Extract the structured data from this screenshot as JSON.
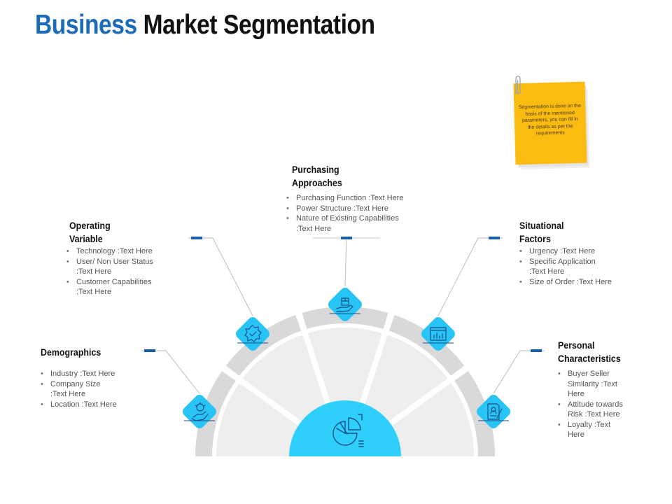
{
  "title": {
    "accent": "Business",
    "rest": "Market Segmentation"
  },
  "note": {
    "text": "Segmentation is done on the basis of the mentioned parameters, you can fill in the details as per the requirements"
  },
  "colors": {
    "title_accent": "#1a6bb8",
    "icon_tile": "#29c4f6",
    "center_hub": "#2ed0fb",
    "connector_marker": "#1a5fa8",
    "ring_outer": "#d9d9d9",
    "ring_inner": "#eeeeee",
    "note": "#fbbb10"
  },
  "hub": {
    "icon": "pie-chart-icon"
  },
  "segments": [
    {
      "id": "demographics",
      "icon": "gear-hand-icon",
      "title": [
        "Demographics"
      ],
      "bullets": [
        [
          "Industry :Text Here"
        ],
        [
          "Company Size",
          ":Text Here"
        ],
        [
          "Location :Text Here"
        ]
      ]
    },
    {
      "id": "operating-variable",
      "icon": "gear-check-icon",
      "title": [
        "Operating",
        "Variable"
      ],
      "bullets": [
        [
          "Technology :Text Here"
        ],
        [
          "User/ Non User Status",
          ":Text Here"
        ],
        [
          "Customer Capabilities",
          ":Text Here"
        ]
      ]
    },
    {
      "id": "purchasing-approaches",
      "icon": "hand-box-icon",
      "title": [
        "Purchasing",
        "Approaches"
      ],
      "bullets": [
        [
          "Purchasing Function :Text Here"
        ],
        [
          "Power Structure :Text Here"
        ],
        [
          "Nature of Existing Capabilities",
          ":Text Here"
        ]
      ]
    },
    {
      "id": "situational-factors",
      "icon": "browser-chart-icon",
      "title": [
        "Situational",
        "Factors"
      ],
      "bullets": [
        [
          "Urgency :Text Here"
        ],
        [
          "Specific Application",
          ":Text Here"
        ],
        [
          "Size of Order :Text Here"
        ]
      ]
    },
    {
      "id": "personal-characteristics",
      "icon": "profile-document-icon",
      "title": [
        "Personal",
        "Characteristics"
      ],
      "bullets": [
        [
          "Buyer Seller",
          "Similarity :Text",
          "Here"
        ],
        [
          "Attitude towards",
          "Risk :Text Here"
        ],
        [
          "Loyalty :Text",
          "Here"
        ]
      ]
    }
  ]
}
